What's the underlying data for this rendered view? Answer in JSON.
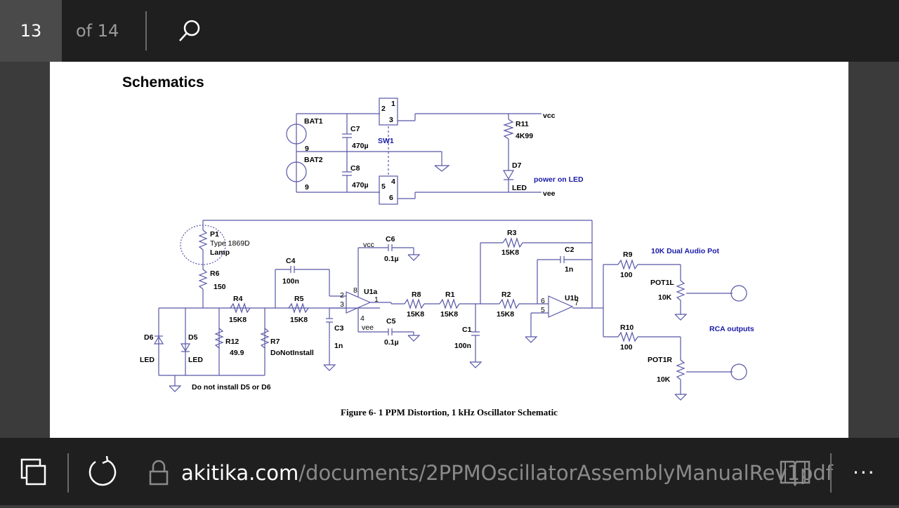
{
  "toolbar": {
    "page_current": "13",
    "page_total": "of 14",
    "search_icon": "search-icon"
  },
  "document": {
    "heading": "Schematics",
    "caption": "Figure 6- 1 PPM Distortion, 1 kHz Oscillator Schematic",
    "schematic_labels": {
      "bat1": "BAT1",
      "bat1_v": "9",
      "bat2": "BAT2",
      "bat2_v": "9",
      "c7": "C7",
      "c7_v": "470µ",
      "c8": "C8",
      "c8_v": "470µ",
      "sw1": "SW1",
      "sw_pins": [
        "1",
        "2",
        "3",
        "4",
        "5",
        "6"
      ],
      "vcc": "vcc",
      "vee": "vee",
      "r11": "R11",
      "r11_v": "4K99",
      "d7": "D7",
      "d7_v": "LED",
      "power_led": "power on LED",
      "p1": "P1",
      "p1_type": "Type 1869D",
      "p1_lamp": "Lamp",
      "r6": "R6",
      "r6_v": "150",
      "c4": "C4",
      "c4_v": "100n",
      "c6": "C6",
      "c6_v": "0.1µ",
      "vcc2": "vcc",
      "r3": "R3",
      "r3_v": "15K8",
      "c2": "C2",
      "c2_v": "1n",
      "r9": "R9",
      "r9_v": "100",
      "pot_title": "10K Dual Audio Pot",
      "pot1l": "POT1L",
      "pot1l_v": "10K",
      "r4": "R4",
      "r4_v": "15K8",
      "r5": "R5",
      "r5_v": "15K8",
      "u1a": "U1a",
      "u1a_pins": [
        "2",
        "3",
        "8",
        "1",
        "4"
      ],
      "r8": "R8",
      "r8_v": "15K8",
      "r1": "R1",
      "r1_v": "15K8",
      "r2": "R2",
      "r2_v": "15K8",
      "u1b": "U1b",
      "u1b_pins": [
        "6",
        "5",
        "7"
      ],
      "c3": "C3",
      "c3_v": "1n",
      "vee2": "vee",
      "c5": "C5",
      "c5_v": "0.1µ",
      "c1": "C1",
      "c1_v": "100n",
      "r10": "R10",
      "r10_v": "100",
      "rca": "RCA outputs",
      "pot1r": "POT1R",
      "pot1r_v": "10K",
      "d6": "D6",
      "d6_v": "LED",
      "d5": "D5",
      "d5_v": "LED",
      "r12": "R12",
      "r12_v": "49.9",
      "r7": "R7",
      "r7_v": "DoNotInstall",
      "note": "Do not install D5 or D6"
    }
  },
  "bottom": {
    "tabs_icon": "tabs-icon",
    "refresh_icon": "refresh-icon",
    "lock_icon": "lock-icon",
    "url_domain": "akitika.com",
    "url_path": "/documents/2PPMOscillatorAssemblyManualRev1pdf",
    "reading_icon": "book-icon",
    "more_label": "···"
  },
  "colors": {
    "wire": "#5757a8",
    "label_blue": "#1a1aa8",
    "bar_bg": "#1f1f1f"
  }
}
